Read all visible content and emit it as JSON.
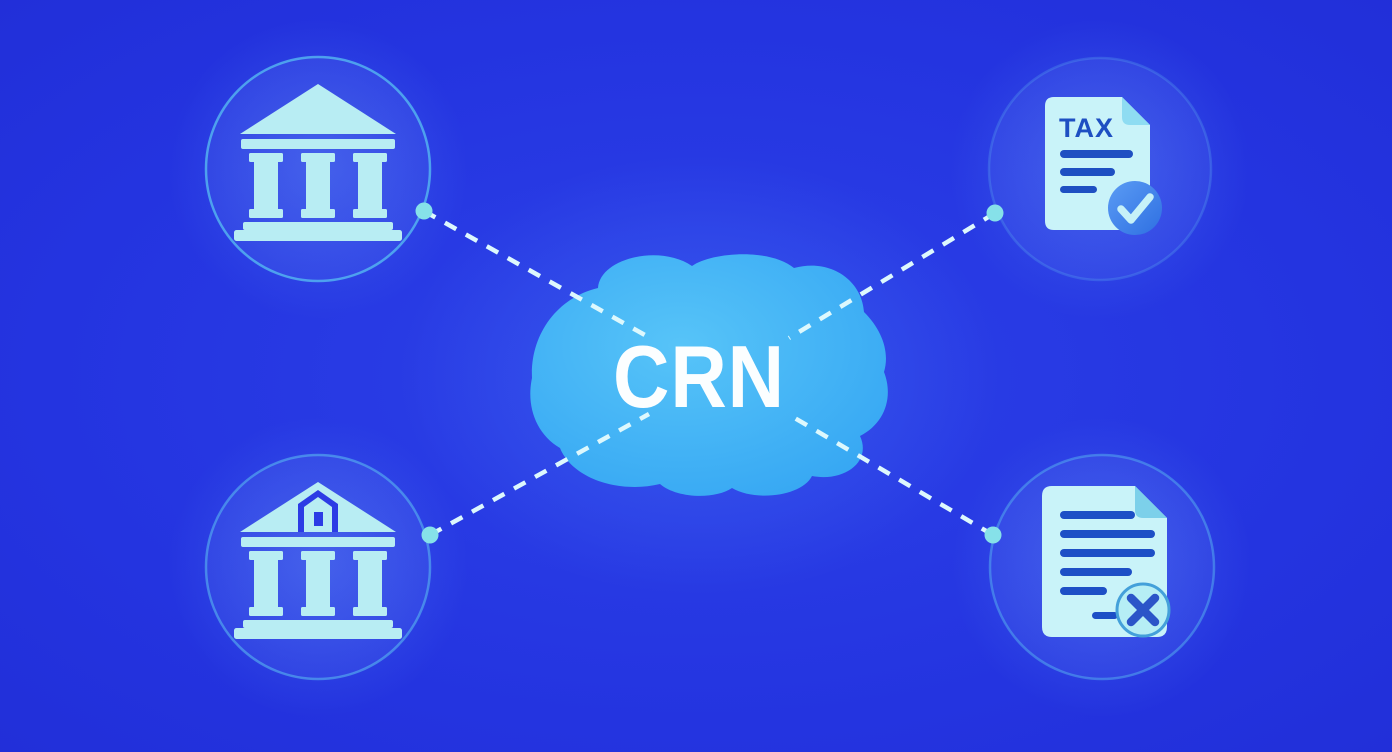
{
  "central": {
    "label": "CRN",
    "shape": "cloud"
  },
  "nodes": {
    "bank_top_left": {
      "icon": "bank-building-icon",
      "description": "classical bank building with three columns"
    },
    "tax_document": {
      "label": "TAX",
      "icon": "tax-document-icon",
      "badge": "check-badge",
      "description": "tax document with checkmark approval badge"
    },
    "bank_bottom_left": {
      "icon": "bank-building-door-icon",
      "description": "classical bank building with doorway in pediment"
    },
    "rejected_document": {
      "icon": "document-icon",
      "badge": "x-badge",
      "description": "document with x rejection badge"
    }
  },
  "connectors": {
    "style": "dashed",
    "count": 4,
    "endpoint": "dot"
  },
  "colors": {
    "background": "#2433df",
    "cloud": "#3fb0f5",
    "icon_light": "#b8edf3",
    "document_body": "#c9f3f9",
    "document_fold": "#8edcf2",
    "detail_dark_blue": "#1e4fc4",
    "check_badge_blue": "#3a7ee9",
    "dash": "#ddf8fd",
    "dot": "#86e1e9",
    "ring": "#58b6f0"
  }
}
